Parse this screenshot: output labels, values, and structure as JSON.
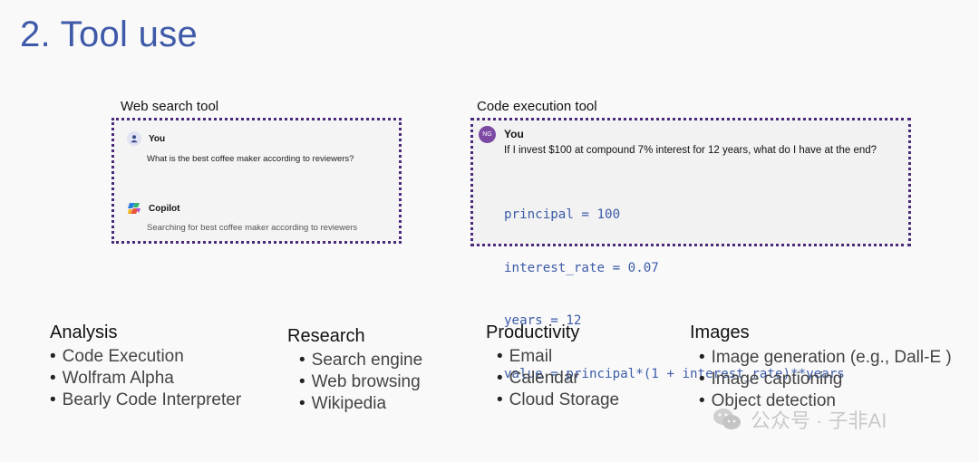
{
  "title": "2. Tool use",
  "web_search": {
    "label": "Web search tool",
    "user_name": "You",
    "user_message": "What is the best coffee maker according to reviewers?",
    "assistant_name": "Copilot",
    "assistant_status": "Searching for best coffee maker according to reviewers"
  },
  "code_exec": {
    "label": "Code execution tool",
    "avatar_initials": "NG",
    "user_name": "You",
    "question": "If I invest $100 at compound 7% interest for 12 years, what do I have at the end?",
    "code_lines": [
      "principal = 100",
      "interest_rate = 0.07",
      "years = 12",
      "value = principal*(1 + interest_rate)**years"
    ]
  },
  "categories": [
    {
      "title": "Analysis",
      "items": [
        "Code Execution",
        "Wolfram Alpha",
        "Bearly Code Interpreter"
      ]
    },
    {
      "title": "Research",
      "items": [
        "Search engine",
        "Web browsing",
        "Wikipedia"
      ]
    },
    {
      "title": "Productivity",
      "items": [
        "Email",
        "Calendar",
        "Cloud Storage"
      ]
    },
    {
      "title": "Images",
      "items": [
        "Image generation (e.g., Dall-E )",
        "Image captioning",
        "Object detection"
      ]
    }
  ],
  "watermark": "公众号 · 子非AI",
  "colors": {
    "title": "#3f5aa8",
    "border": "#4b2a7b",
    "code": "#3d5ca8"
  }
}
